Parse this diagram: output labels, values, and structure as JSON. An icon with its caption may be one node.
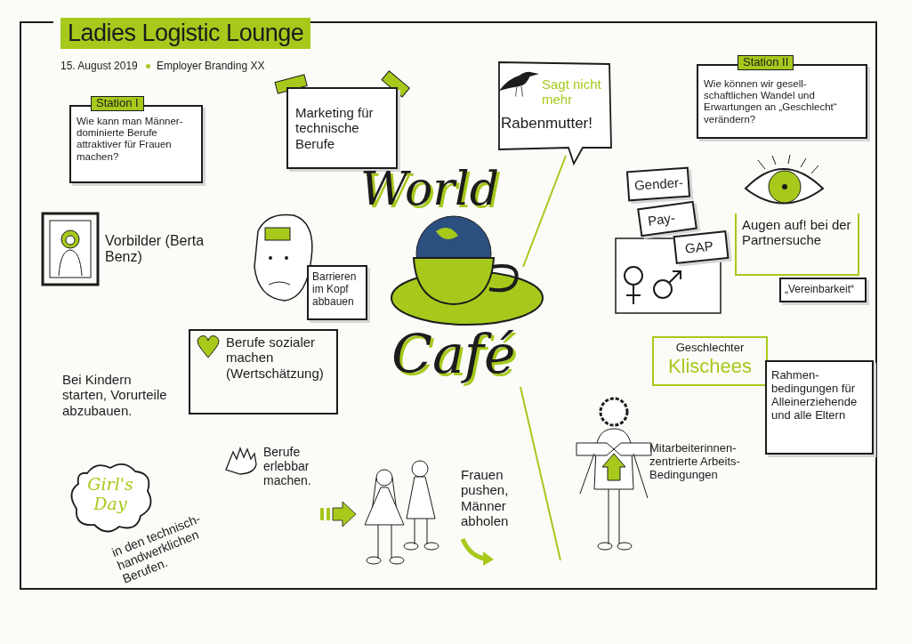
{
  "diagram": {
    "title": "Ladies Logistic Lounge",
    "nodes": [
      {
        "text": [
          "Station I",
          "Wie kann man Männer-dominierte Berufe attraktiver für Frauen machen?"
        ]
      },
      {
        "text": [
          "Marketing für technische Berufe"
        ]
      },
      {
        "text": [
          "Sagt nicht mehr",
          "Rabenmutter!"
        ]
      },
      {
        "text": [
          "Station II",
          "Wie können wir gesell-schaftlichen Wandel und Erwartungen an „Geschlecht“ verändern?"
        ]
      },
      {
        "text": [
          "Barrieren im Kopf abbauen"
        ]
      },
      {
        "text": [
          "Gender-"
        ]
      },
      {
        "text": [
          "Pay-"
        ]
      },
      {
        "text": [
          "GAP"
        ]
      },
      {
        "text": [
          "Augen auf! bei der Partnersuche"
        ]
      },
      {
        "text": [
          "„Vereinbarkeit“"
        ]
      },
      {
        "text": [
          "Berufe sozialer machen (Wertschätzung)"
        ]
      },
      {
        "text": [
          "Girl's Day"
        ]
      },
      {
        "text": [
          "Geschlechter",
          "Klischees"
        ]
      },
      {
        "text": [
          "Rahmen-bedingungen für Alleinerziehende und alle Eltern"
        ]
      }
    ],
    "labels": [
      "15. August 2019",
      "Employer Branding XX",
      "Vorbilder (Berta Benz)",
      "World",
      "Café",
      "Bei Kindern starten, Vorurteile abzubauen.",
      "in den technisch-handwerklichen Berufen.",
      "Berufe erlebbar machen.",
      "Frauen pushen, Männer abholen",
      "Mitarbeiterinnen-zentrierte Arbeits-Bedingungen"
    ]
  }
}
